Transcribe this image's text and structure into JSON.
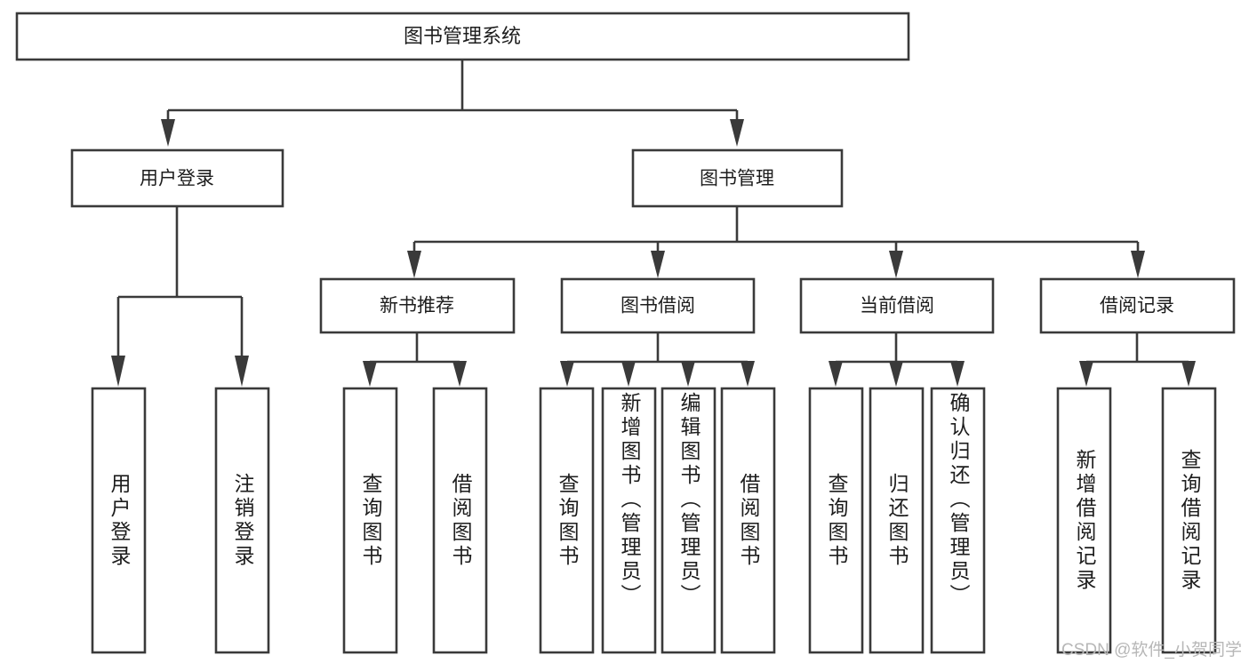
{
  "diagram": {
    "type": "tree-hierarchy",
    "title": "图书管理系统",
    "watermark": "CSDN @软件_小贺同学",
    "palette": {
      "stroke": "#3a3a3a",
      "fill": "#ffffff",
      "text": "#1d1d1d",
      "watermark": "#b7b7b7",
      "background": "#ffffff"
    },
    "levels": {
      "root": {
        "label": "图书管理系统"
      },
      "level2": [
        {
          "label": "用户登录"
        },
        {
          "label": "图书管理"
        }
      ],
      "level3": [
        {
          "label": "新书推荐"
        },
        {
          "label": "图书借阅"
        },
        {
          "label": "当前借阅"
        },
        {
          "label": "借阅记录"
        }
      ],
      "leaves": [
        {
          "label": "用户登录",
          "parent": "用户登录"
        },
        {
          "label": "注销登录",
          "parent": "用户登录"
        },
        {
          "label": "查询图书",
          "parent": "新书推荐"
        },
        {
          "label": "借阅图书",
          "parent": "新书推荐"
        },
        {
          "label": "查询图书",
          "parent": "图书借阅"
        },
        {
          "label": "新增图书（管理员）",
          "parent": "图书借阅"
        },
        {
          "label": "编辑图书（管理员）",
          "parent": "图书借阅"
        },
        {
          "label": "借阅图书",
          "parent": "图书借阅"
        },
        {
          "label": "查询图书",
          "parent": "当前借阅"
        },
        {
          "label": "归还图书",
          "parent": "当前借阅"
        },
        {
          "label": "确认归还（管理员）",
          "parent": "当前借阅"
        },
        {
          "label": "新增借阅记录",
          "parent": "借阅记录"
        },
        {
          "label": "查询借阅记录",
          "parent": "借阅记录"
        }
      ]
    }
  }
}
